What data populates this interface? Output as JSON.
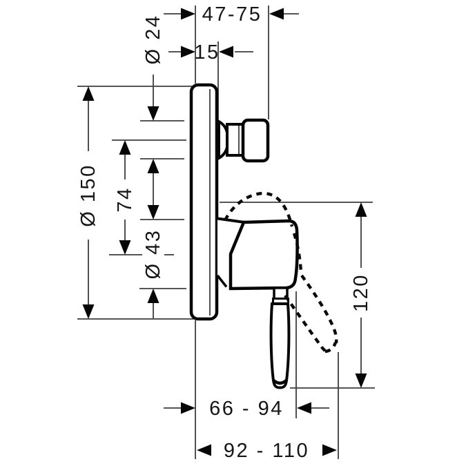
{
  "drawing": {
    "dimensions": {
      "depth_range_top": "47-75",
      "plate_depth": "15",
      "knob_diameter": "Ø 24",
      "plate_diameter": "Ø 150",
      "center_distance": "74",
      "body_diameter": "Ø 43",
      "lever_span": "120",
      "lever_depth_closed": "66 - 94",
      "lever_depth_open": "92 - 110"
    }
  }
}
